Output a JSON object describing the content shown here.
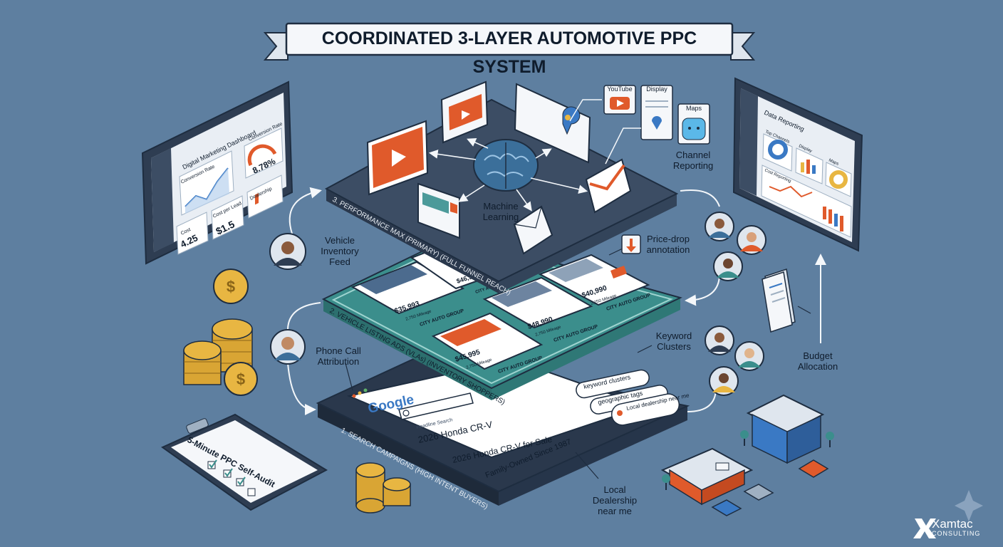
{
  "title": "COORDINATED 3-LAYER AUTOMOTIVE PPC SYSTEM",
  "layers": {
    "pmax": "3. PERFORMANCE MAX (PRIMARY) (FULL FUNNEL REACH)",
    "vla": "2. VEHICLE LISTING ADS (VLAs) (INVENTORY SHOPPERS)",
    "search": "1. SEARCH CAMPAIGNS (HIGH INTENT BUYERS)"
  },
  "pmax_center": "Machine\nLearning",
  "channels": {
    "youtube": "YouTube",
    "display": "Display",
    "maps": "Maps"
  },
  "callouts": {
    "channel_reporting": "Channel\nReporting",
    "vehicle_inventory_feed": "Vehicle\nInventory\nFeed",
    "price_drop": "Price-drop\nannotation",
    "phone_call": "Phone Call\nAttribution",
    "keyword_clusters": "Keyword\nClusters",
    "budget_allocation": "Budget\nAllocation",
    "local_dealership": "Local\nDealership\nnear me"
  },
  "dashboard": {
    "title": "Digital Marketing Dashboard",
    "conversion_rate_label": "Conversion Rate",
    "gauge_label": "Conversion Rate",
    "gauge_value": "8.78%",
    "cost_per_lead_label": "Cost per Lead",
    "cost_per_lead_value": "$1.5",
    "roas_label": "Cost",
    "roas_value": "4.25",
    "small_label": "Dealership"
  },
  "reporting": {
    "title": "Data Reporting",
    "panel1": "Top Channels",
    "panel2": "Display",
    "panel3": "Maps",
    "panel4": "Cost Reporting"
  },
  "vla_cards": [
    {
      "price": "$35,993",
      "line": "2,750 Mileage",
      "dealer": "CITY AUTO GROUP"
    },
    {
      "price": "$46,990",
      "line": "",
      "dealer": "CITY AUTO GROUP"
    },
    {
      "price": "$48,990",
      "line": "2,750 Mileage",
      "dealer": "CITY AUTO GROUP"
    },
    {
      "price": "$40,990",
      "line": "2,250 Mileage",
      "dealer": "CITY AUTO GROUP"
    },
    {
      "price": "$45,995",
      "line": "2,750 Mileage",
      "dealer": "CITY AUTO GROUP"
    }
  ],
  "search_card": {
    "logo": "Google",
    "small": "Headline Search",
    "headline1": "2026 Honda CR-V",
    "headline2": "2026 Honda CR-V for Sale",
    "description": "Family-Owned Since 1987"
  },
  "keyword_pills": [
    "keyword clusters",
    "geographic tags",
    "Local dealership\nnear me"
  ],
  "clipboard": "5-Minute PPC\nSelf-Audit",
  "brand": {
    "name": "Xamtac",
    "sub": "CONSULTING"
  },
  "colors": {
    "background": "#5e7fa0",
    "teal_layer": "#3b8e8c",
    "dark_layer": "#3c4d64",
    "accent_orange": "#e05a2b",
    "coin_gold": "#e8b642"
  }
}
